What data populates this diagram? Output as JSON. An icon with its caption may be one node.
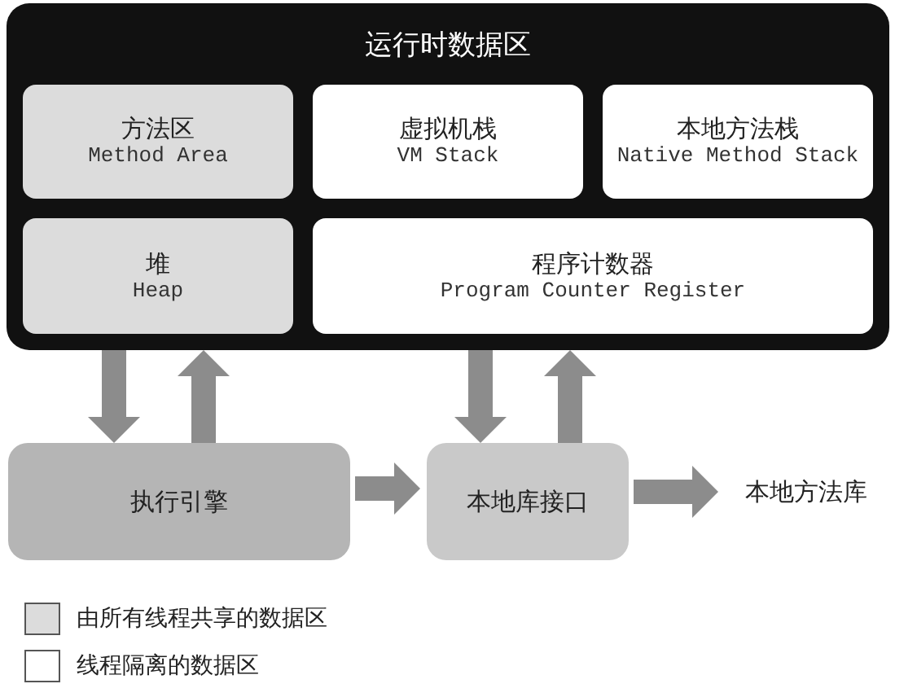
{
  "diagram": {
    "nodes": [
      {
        "text": [
          "运行时数据区"
        ]
      },
      {
        "text": [
          "方法区",
          "Method Area"
        ],
        "in": 0
      },
      {
        "text": [
          "虚拟机栈",
          "VM Stack"
        ],
        "in": 0
      },
      {
        "text": [
          "本地方法栈",
          "Native Method Stack"
        ],
        "in": 0
      },
      {
        "text": [
          "堆",
          "Heap"
        ],
        "in": 0
      },
      {
        "text": [
          "程序计数器",
          "Program Counter Register"
        ],
        "in": 0
      },
      {
        "text": [
          "执行引擎"
        ]
      },
      {
        "text": [
          "本地库接口"
        ]
      },
      {
        "text": [
          "本地方法库"
        ]
      }
    ],
    "edges": [
      {
        "from": 0,
        "to": 6,
        "arrow": "to"
      },
      {
        "from": 6,
        "to": 0,
        "arrow": "to"
      },
      {
        "from": 6,
        "to": 7,
        "arrow": "to"
      },
      {
        "from": 0,
        "to": 7,
        "arrow": "to"
      },
      {
        "from": 7,
        "to": 0,
        "arrow": "to"
      },
      {
        "from": 7,
        "to": 8,
        "arrow": "to"
      }
    ],
    "legend": [
      {
        "text": "由所有线程共享的数据区",
        "color": "#dcdcdc"
      },
      {
        "text": "线程隔离的数据区",
        "color": "#ffffff"
      }
    ]
  }
}
